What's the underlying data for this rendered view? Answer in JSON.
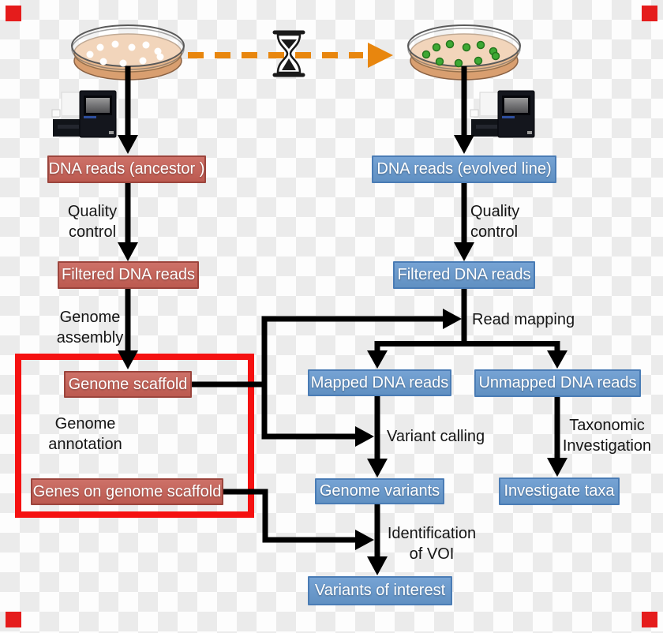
{
  "nodes": {
    "dna_reads_ancestor": "DNA reads (ancestor )",
    "dna_reads_evolved": "DNA reads (evolved line)",
    "filtered_dna_reads_ancestor": "Filtered DNA reads",
    "filtered_dna_reads_evolved": "Filtered DNA reads",
    "genome_scaffold": "Genome scaffold",
    "genes_on_genome_scaffold": "Genes on genome scaffold",
    "mapped_dna_reads": "Mapped DNA reads",
    "unmapped_dna_reads": "Unmapped DNA reads",
    "genome_variants": "Genome variants",
    "investigate_taxa": "Investigate taxa",
    "variants_of_interest": "Variants of interest"
  },
  "edge_labels": {
    "quality_control_ancestor": "Quality control",
    "quality_control_evolved": "Quality control",
    "genome_assembly": "Genome assembly",
    "genome_annotation": "Genome annotation",
    "read_mapping": "Read mapping",
    "variant_calling": "Variant calling",
    "taxonomic_investigation": "Taxonomic Investigation",
    "identification_of_voi": "Identification of VOI"
  },
  "icons": {
    "petri_dish_ancestor": "petri-dish-with-white-colonies",
    "petri_dish_evolved": "petri-dish-with-green-colonies",
    "hourglass": "hourglass-time-passing",
    "sequencer_left": "dna-sequencer-machine",
    "sequencer_right": "dna-sequencer-machine",
    "time_arrow": "orange-dashed-evolution-arrow"
  },
  "colors": {
    "red_node_fill": "#c46158",
    "red_node_border": "#9c453d",
    "blue_node_fill": "#6b9aca",
    "blue_node_border": "#4a7cb5",
    "highlight_rectangle": "#f51111",
    "connector_black": "#000000",
    "time_arrow_orange": "#e8860e",
    "agar_tan": "#e9b98e",
    "colony_ancestor": "#ffffff",
    "colony_evolved": "#3ea834",
    "checker_grey": "#ebebeb",
    "corner_marker_red": "#e51c1c"
  }
}
